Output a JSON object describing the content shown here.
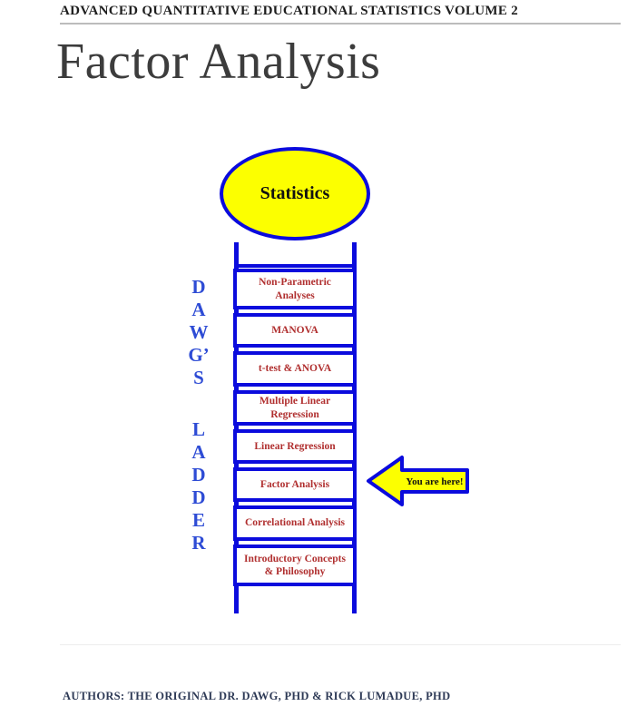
{
  "page": {
    "header": "ADVANCED QUANTITATIVE EDUCATIONAL STATISTICS VOLUME 2",
    "title": "Factor Analysis",
    "authors": "AUTHORS: THE ORIGINAL DR. DAWG, PHD & RICK LUMADUE, PHD"
  },
  "diagram": {
    "top_node": "Statistics",
    "side_label": {
      "word1": "DAWG'S",
      "word2": "LADDER",
      "letters": [
        "D",
        "A",
        "W",
        "G’",
        "S",
        "L",
        "A",
        "D",
        "D",
        "E",
        "R"
      ]
    },
    "rungs": [
      {
        "label": "Non-Parametric Analyses"
      },
      {
        "label": "MANOVA"
      },
      {
        "label": "t-test & ANOVA"
      },
      {
        "label": "Multiple Linear Regression"
      },
      {
        "label": "Linear Regression"
      },
      {
        "label": "Factor Analysis"
      },
      {
        "label": "Correlational Analysis"
      },
      {
        "label": "Introductory Concepts & Philosophy"
      }
    ],
    "marker": {
      "label": "You are here!"
    }
  },
  "colors": {
    "ladder_blue": "#0b0bdd",
    "node_yellow": "#fcff00",
    "rung_red": "#b02f2f",
    "side_letter_blue": "#2e4cd5"
  }
}
